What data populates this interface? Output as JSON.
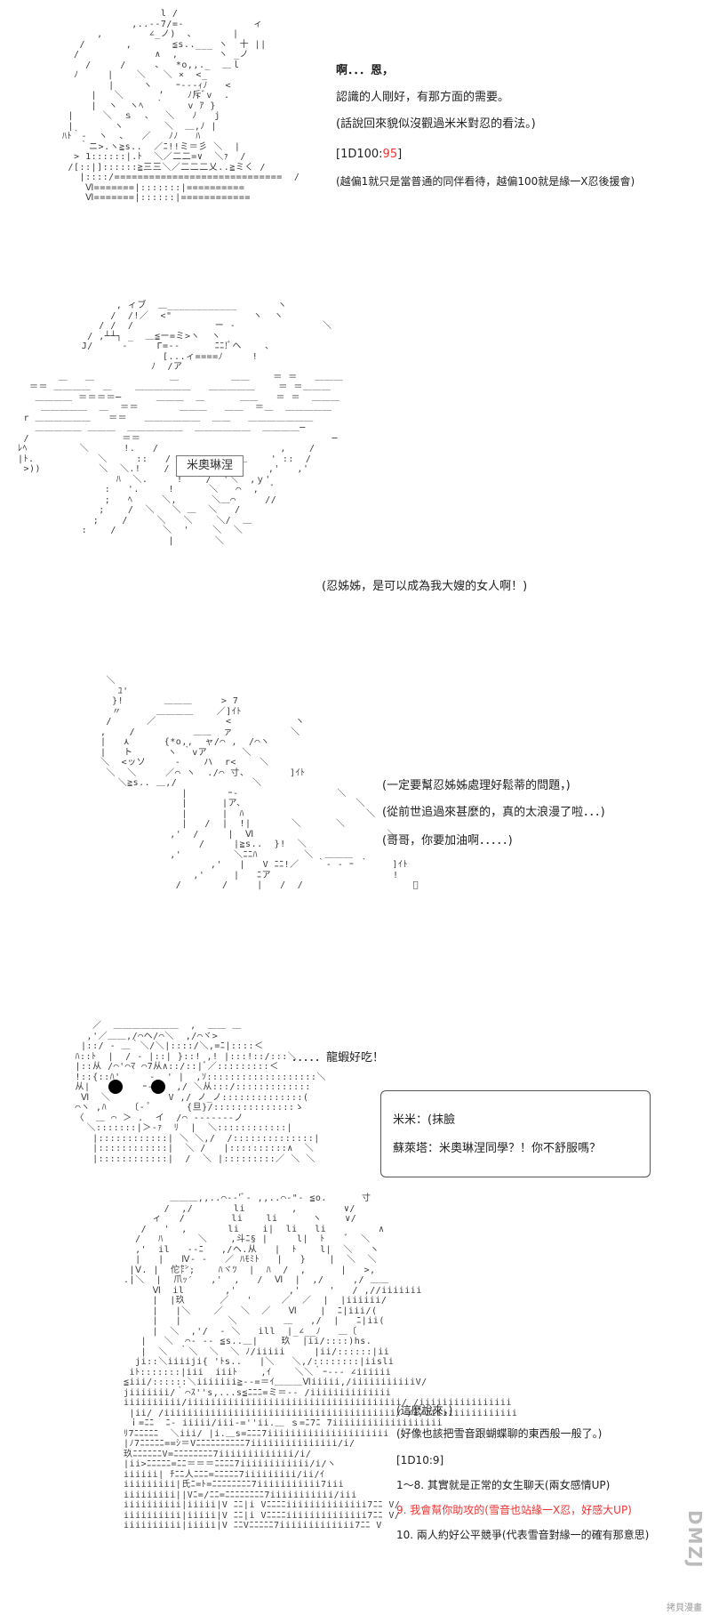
{
  "panel1": {
    "lines": [
      "啊．．．恩，",
      "認識的人剛好，有那方面的需要。",
      "(話說回來貌似沒觀過米米對忍的看法。)"
    ],
    "dice_prefix": "[1D100:",
    "dice_value": "95",
    "dice_suffix": "]",
    "note": "(越偏1就只是當普通的同伴看待，越偏100就是緣一X忍後援會)"
  },
  "panel2": {
    "name_tag": "米奧琳涅",
    "line": "(忍姊姊，是可以成為我大嫂的女人啊！)"
  },
  "panel3": {
    "lines": [
      "(一定要幫忍姊姊處理好鬆蒂的問題，)",
      "(從前世追過來甚麼的，真的太浪漫了啦．．．)",
      "(哥哥，你要加油啊．．．．．)"
    ]
  },
  "panel4": {
    "line": "．．．．．龍蝦好吃！",
    "bubble_line1": "米米：(抹臉",
    "bubble_line2": "蘇萊塔：米奧琳涅同學？！你不舒服嗎？"
  },
  "panel5": {
    "lines": [
      "(這麼說來，)",
      "(好像也該把雪音跟蝴蝶聊的東西般一般了。)"
    ],
    "dice": "[1D10:9]",
    "options": [
      "1～8. 其實就是正常的女生聊天(兩女感情UP)",
      "9. 我會幫你助攻的(雪音也站緣一X忍，好感大UP)",
      "10. 兩人約好公平競爭(代表雪音對緣一的確有那意思)"
    ]
  },
  "footer": {
    "watermark": "DMZJ",
    "site": "拷貝漫畫"
  },
  "colors": {
    "highlight": "#e33333",
    "text": "#222222",
    "ascii": "#3a3a3a"
  }
}
